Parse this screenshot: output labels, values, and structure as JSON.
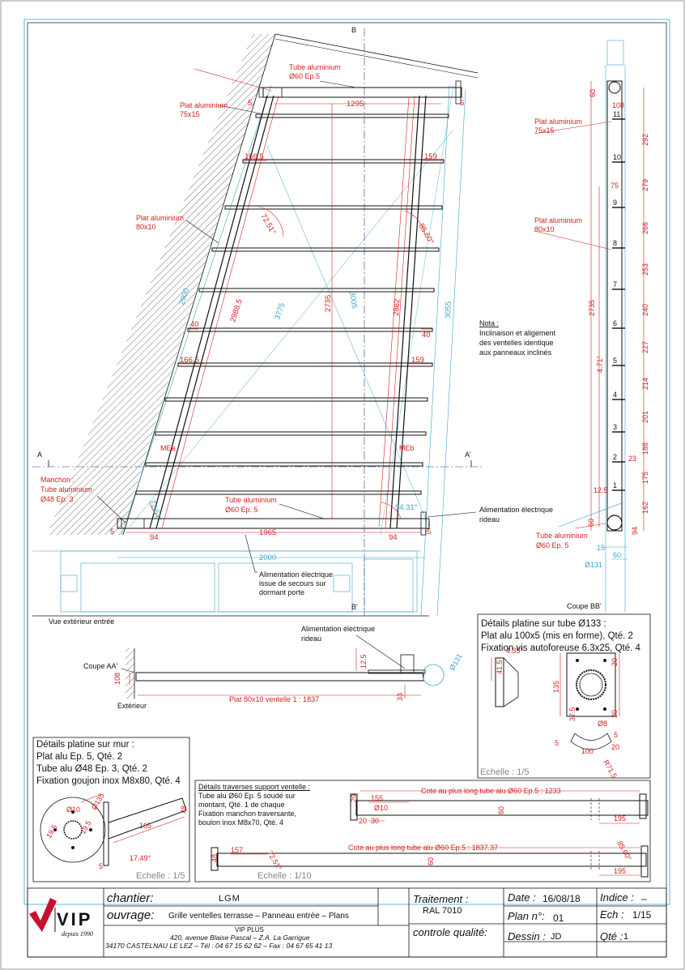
{
  "view_labels": {
    "vue_exterieur": "Vue extérieur entrée",
    "coupe_bb": "Coupe BB'",
    "coupe_aa": "Coupe AA'",
    "exterieur": "Extérieur",
    "section_a": "A",
    "section_a_prime": "A'",
    "section_b": "B",
    "section_b_prime": "B'"
  },
  "main_labels": {
    "tube_top": [
      "Tube aluminium",
      "Ø60 Ep.5"
    ],
    "plat_75": [
      "Plat aluminium",
      "75x15"
    ],
    "plat_80": [
      "Plat aluminium",
      "80x10"
    ],
    "manchon": [
      "Manchon :",
      "Tube aluminium",
      "Ø48 Ep. 3"
    ],
    "tube_bottom": [
      "Tube aluminium",
      "Ø60 Ep. 5"
    ],
    "alim_rideau": [
      "Alimentation électrique",
      "rideau"
    ],
    "alim_secours": [
      "Alimentation électrique",
      "issue de secours sur",
      "dormant porte"
    ],
    "mea": "MEa",
    "meb": "MEb",
    "nota": [
      "Nota :",
      "Inclinaison et aligement",
      "des ventelles identique",
      "aux panneaux inclinés"
    ]
  },
  "main_dims": {
    "d1295": "1295",
    "d1965": "1965",
    "d2000": "2000",
    "d2735": "2735",
    "d2988": "2988.5",
    "d2862": "2862",
    "d3775": "3775",
    "d3005": "3005",
    "d3055": "3055",
    "d2900": "2900",
    "d166a": "166.5",
    "d166b": "166.5",
    "d159a": "159",
    "d159b": "159",
    "d40a": "40",
    "d40b": "40",
    "a7251": "72.51°",
    "a8560": "85.60°",
    "a7251b": "72.51°",
    "a9431": "94.31°",
    "d5a": "5",
    "d5b": "5",
    "d5c": "5",
    "d5d": "5",
    "d94a": "94",
    "d94b": "94"
  },
  "right_labels": {
    "plat_75": [
      "Plat aluminium",
      "75x15"
    ],
    "plat_80": [
      "Plat aluminium",
      "80x10"
    ],
    "tube": [
      "Tube aluminium",
      "Ø60 Ep. 5"
    ]
  },
  "right_dims": {
    "d60a": "60",
    "d108": "108",
    "d75": "75",
    "d2735": "2735",
    "a471": "4.71°",
    "d23": "23",
    "d125": "12.5",
    "d60b": "60",
    "d15": "15",
    "d60c": "60",
    "d131": "Ø131",
    "d94": "94",
    "steps": [
      "292",
      "279",
      "266",
      "253",
      "240",
      "227",
      "214",
      "201",
      "188",
      "175",
      "162"
    ],
    "numbers": [
      "11",
      "10",
      "9",
      "8",
      "7",
      "6",
      "5",
      "4",
      "3",
      "2",
      "1"
    ]
  },
  "coupe_aa": {
    "alim": [
      "Alimentation électrique",
      "rideau"
    ],
    "d108": "108",
    "d125": "12.5",
    "d33": "33",
    "d131": "Ø131",
    "plat": "Plat 80x10 ventelle 1 : 1837"
  },
  "detail_tube": {
    "title": "Détails platine sur tube Ø133 :",
    "lines": [
      "Plat alu 100x5 (mis en forme), Qté. 2",
      "Fixation vis autoforeuse 6.3x25, Qté. 4"
    ],
    "scale": "Echelle : 1/5",
    "dims": {
      "d415": "41.5",
      "a435": "4.35°",
      "d20a": "20",
      "d135": "135",
      "d375": "37.5",
      "d20b": "20",
      "d8": "Ø8",
      "d5a": "5",
      "d5b": "5",
      "d100": "100",
      "d20c": "20",
      "r715": "R71.5"
    }
  },
  "detail_mur": {
    "title": "Détails platine sur mur :",
    "lines": [
      "Plat alu Ep. 5, Qté. 2",
      "Tube alu Ø48 Ep. 3, Qté. 2",
      "Fixation goujon inox M8x80, Qté. 4"
    ],
    "scale": "Echelle : 1/5",
    "dims": {
      "d135": "Ø135",
      "d10": "Ø10",
      "d195a": "19.5",
      "d195b": "19.5",
      "d165": "165",
      "d48": "48",
      "a1749": "17.49°",
      "d5": "5"
    }
  },
  "detail_traverses": {
    "title": "Détails traverses support ventelle :",
    "lines": [
      "Tube alu Ø60 Ep. 5 soudé sur",
      "montant, Qté. 1 de chaque",
      "Fixation manchon traversante,",
      "boulon inox M8x70, Qté. 4"
    ],
    "scale": "Echelle : 1/10",
    "dims": {
      "cote1": "Cote au plus long tube alu Ø60 Ep.5 : 1233",
      "cote2": "Cote au plus long tube alu Ø60 Ep.5 : 1837.37",
      "d29": "29",
      "d155": "155",
      "d10": "Ø10",
      "d20": "20",
      "d30": "30",
      "d60a": "60",
      "d195a": "195",
      "d48": "48",
      "d157": "157",
      "a7251": "72.51°",
      "d60b": "60",
      "a8560": "85.60°",
      "d195b": "195"
    }
  },
  "title_block": {
    "logo": "VIP",
    "since": "depuis 1990",
    "chantier_label": "chantier:",
    "chantier_value": "LGM",
    "ouvrage_label": "ouvrage:",
    "ouvrage_value": "Grille ventelles terrasse – Panneau entrée – Plans",
    "company": "VIP PLUS",
    "address1": "420, avenue Blaise Pascal – Z.A. La Garrigue",
    "address2": "34170 CASTELNAU LE LEZ – Tél : 04 67 15 62 62 – Fax : 04 67 65 41 13",
    "traitement_label": "Traitement :",
    "traitement_value": "RAL 7010",
    "controle_label": "controle qualité:",
    "date_label": "Date :",
    "date_value": "16/08/18",
    "indice_label": "Indice :",
    "indice_value": "–",
    "plan_label": "Plan n°:",
    "plan_value": "01",
    "ech_label": "Ech :",
    "ech_value": "1/15",
    "dessin_label": "Dessin :",
    "dessin_value": "JD",
    "qte_label": "Qté :",
    "qte_value": "1"
  },
  "colors": {
    "dimension": "#d62020",
    "construction": "#3aa6c9",
    "line": "#111111",
    "logo_red": "#c8102e"
  }
}
